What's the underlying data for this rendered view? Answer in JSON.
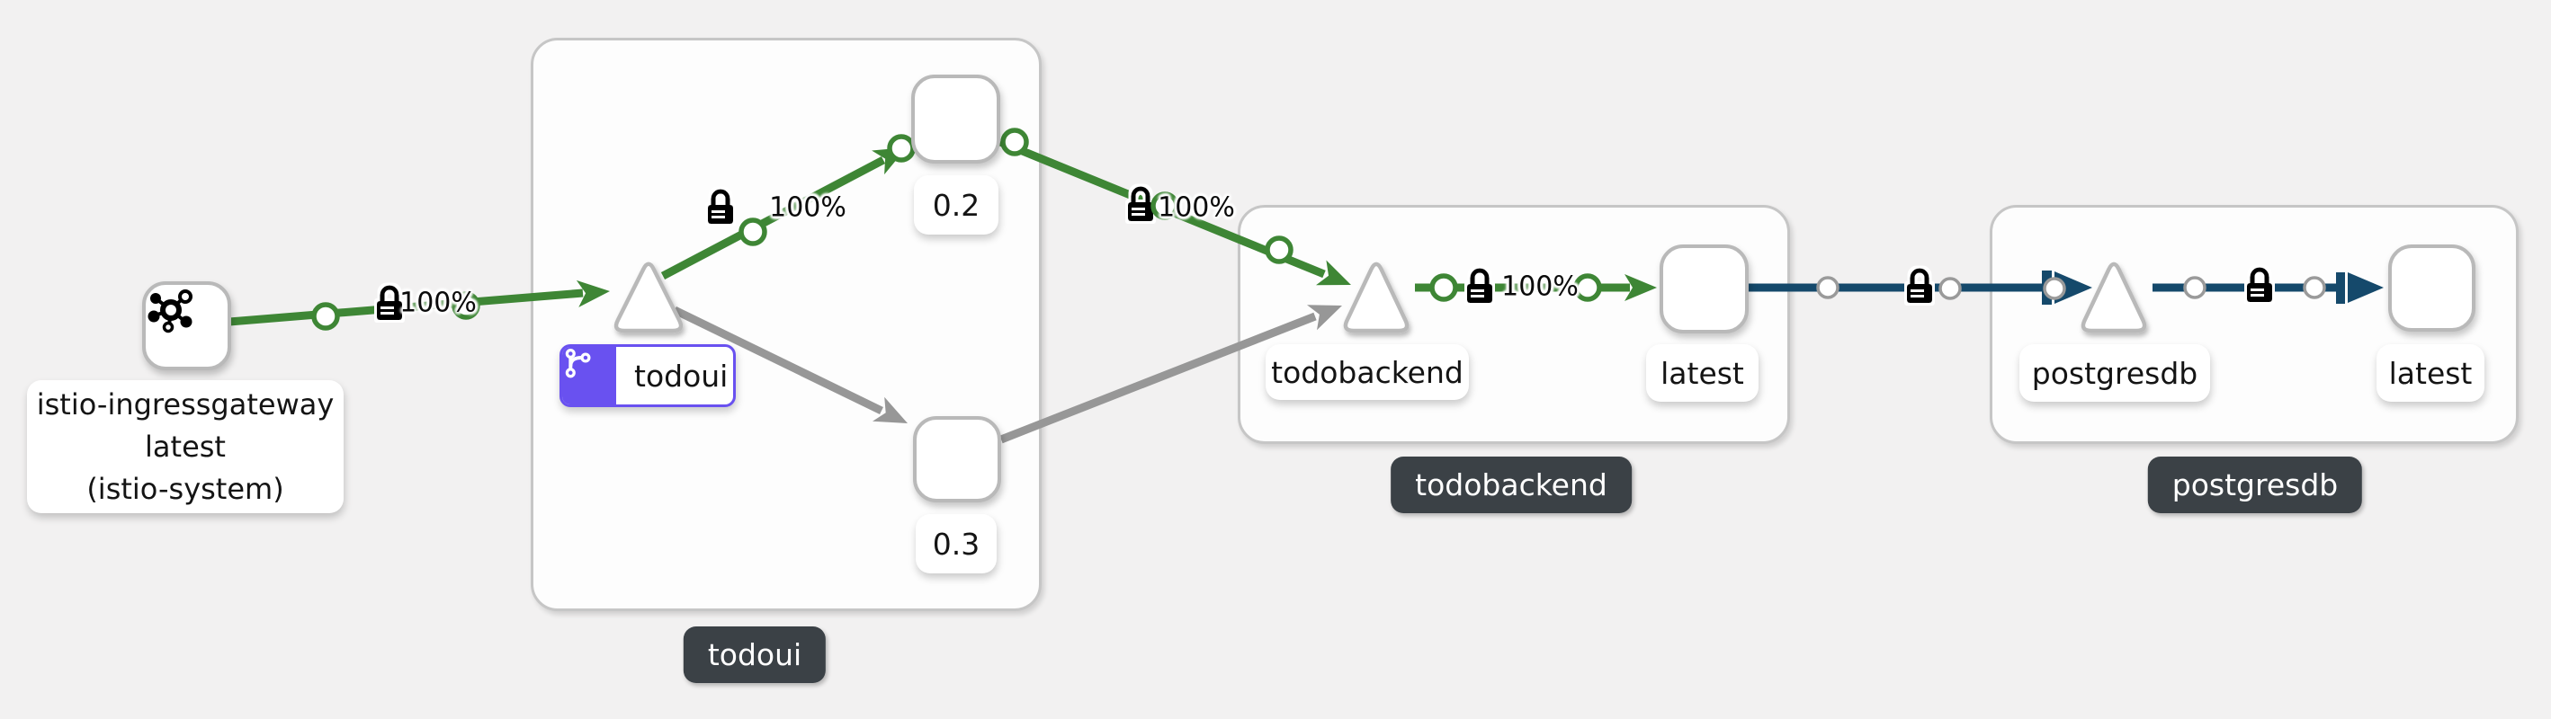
{
  "graph": {
    "ingress": {
      "line1": "istio-ingressgateway",
      "line2": "latest",
      "line3": "(istio-system)"
    },
    "todoui": {
      "group_badge": "todoui",
      "service_label": "todoui",
      "v1_label": "0.2",
      "v2_label": "0.3"
    },
    "todobackend": {
      "group_badge": "todobackend",
      "service_label": "todobackend",
      "workload_label": "latest"
    },
    "postgresdb": {
      "group_badge": "postgresdb",
      "service_label": "postgresdb",
      "workload_label": "latest"
    },
    "edge_labels": {
      "ingress_to_todoui": "100%",
      "todoui_to_v02": "100%",
      "v02_to_todobackend": "100%",
      "todobackend_to_latest": "100%"
    }
  },
  "colors": {
    "http_edge_green": "#3e8635",
    "idle_edge_gray": "#979797",
    "tcp_edge_navy": "#15496b",
    "virtualservice_purple": "#6951f0",
    "group_badge_bg": "#3b4146",
    "node_border": "#b9b9b9",
    "group_border": "#c6c6c6",
    "background": "#f2f1f1"
  }
}
